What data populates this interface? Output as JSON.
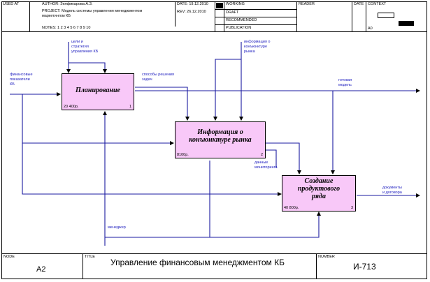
{
  "header": {
    "used_at": "USED AT",
    "author": "AUTHOR: Зелфикарова А.З.",
    "project_line1": "PROJECT: Модель системы управления менеджментом",
    "project_line2": "маркетингом КБ",
    "notes": "NOTES: 1 2 3 4 5 6 7 8 9 10",
    "date": "DATE: 19.12.2010",
    "rev": "REV: 26.12.2010",
    "status": [
      "WORKING",
      "DRAFT",
      "RECOMMENDED",
      "PUBLICATION"
    ],
    "reader": "READER",
    "date2": "DATE",
    "context": "CONTEXT",
    "page_no": "A0"
  },
  "activities": [
    {
      "name": "Планирование",
      "cost": "20 400р.",
      "num": "1"
    },
    {
      "name": "Информация о конъюнктуре рынка",
      "cost": "8100р.",
      "num": "2"
    },
    {
      "name": "Создание продуктового ряда",
      "cost": "40 800р.",
      "num": "3"
    }
  ],
  "arrows": {
    "goals": [
      "цели и",
      "стратегия",
      "управления КБ"
    ],
    "market_info": [
      "информация о",
      "конъюнктуре",
      "рынка"
    ],
    "fin_indicators": [
      "финансовые",
      "показатели",
      "КБ"
    ],
    "methods": [
      "способы решения",
      "задач"
    ],
    "ready_model": [
      "готовая",
      "модель"
    ],
    "monitoring": [
      "данные",
      "мониторинга"
    ],
    "documents": [
      "документы",
      "и договора"
    ],
    "manager": "менеджер"
  },
  "footer": {
    "node_label": "NODE",
    "node": "A2",
    "title_label": "TITLE",
    "title": "Управление финансовым  менеджментом КБ",
    "number_label": "NUMBER",
    "number": "И-713"
  }
}
